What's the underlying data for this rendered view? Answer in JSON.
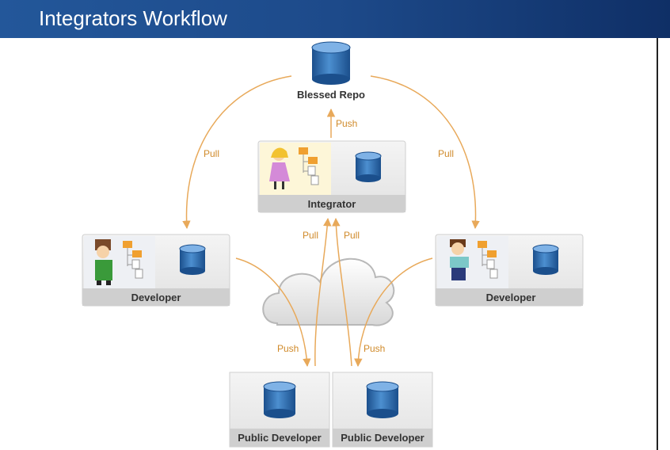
{
  "header": {
    "title": "Integrators Workflow"
  },
  "nodes": {
    "blessed_repo": "Blessed Repo",
    "integrator": "Integrator",
    "developer_left": "Developer",
    "developer_right": "Developer",
    "public_developer_1": "Public Developer",
    "public_developer_2": "Public Developer"
  },
  "edges": {
    "push_integrator": "Push",
    "pull_left": "Pull",
    "pull_right": "Pull",
    "pull_public_1": "Pull",
    "pull_public_2": "Pull",
    "push_public_1": "Push",
    "push_public_2": "Push"
  },
  "colors": {
    "arrow": "#e8a95a",
    "header": "#1d4a8a",
    "repo": "#2a6db0"
  },
  "icons": [
    "database-icon",
    "folder-tree-icon",
    "person-icon",
    "cloud-icon"
  ]
}
